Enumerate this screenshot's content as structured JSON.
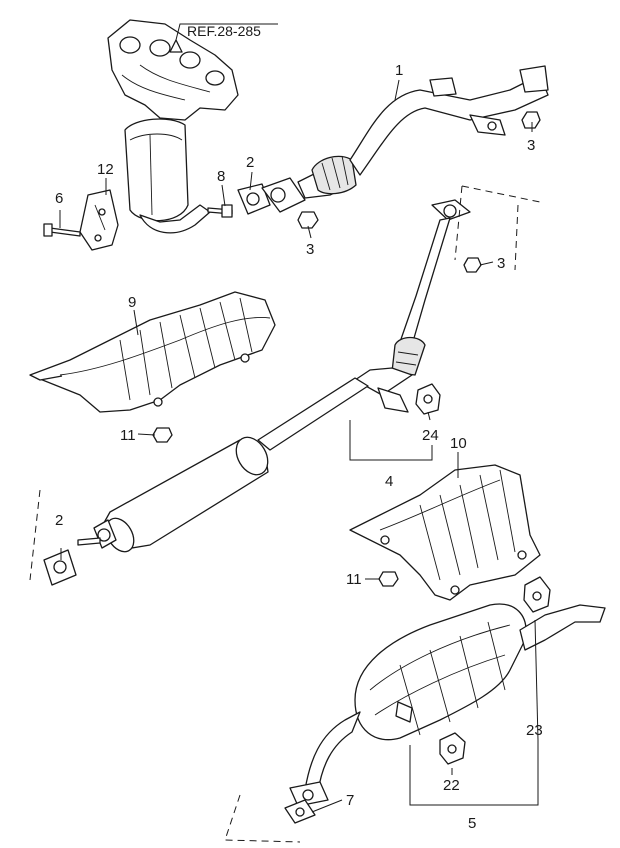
{
  "reference": "REF.28-285",
  "callouts": {
    "c1": "1",
    "c2a": "2",
    "c2b": "2",
    "c3a": "3",
    "c3b": "3",
    "c3c": "3",
    "c4": "4",
    "c5": "5",
    "c6": "6",
    "c7": "7",
    "c8": "8",
    "c9": "9",
    "c10": "10",
    "c11a": "11",
    "c11b": "11",
    "c12": "12",
    "c22": "22",
    "c23": "23",
    "c24": "24"
  }
}
